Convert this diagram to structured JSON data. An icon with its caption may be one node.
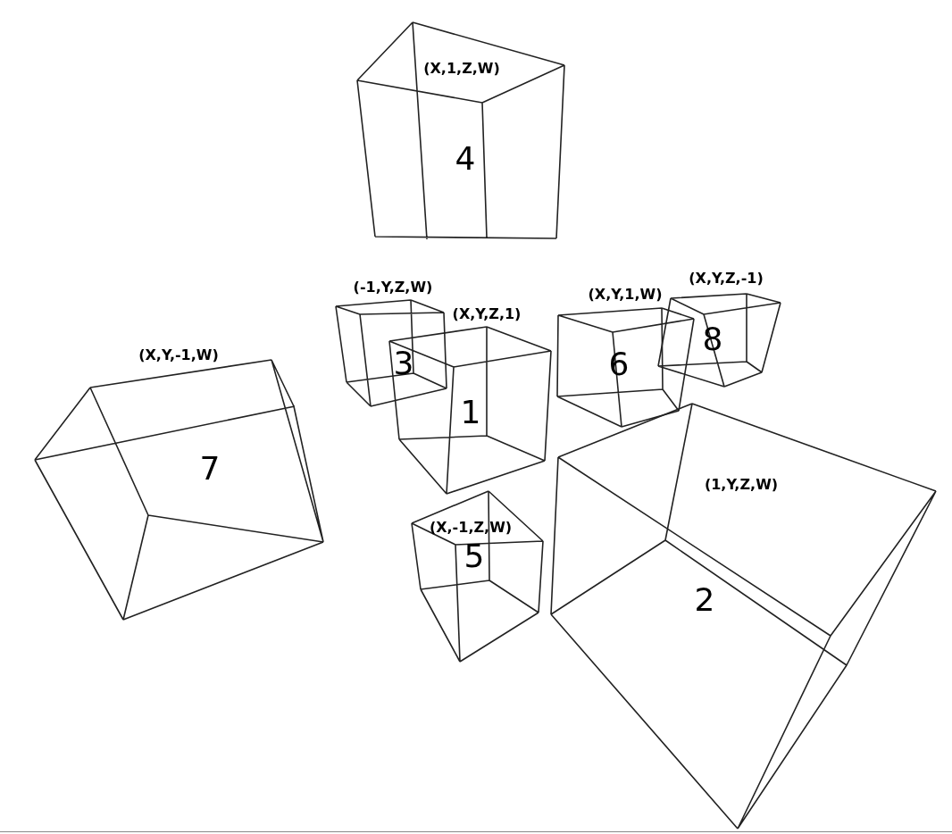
{
  "diagram": {
    "nodes": [
      {
        "text": [
          "(X,1,Z,W)",
          "4"
        ]
      },
      {
        "text": [
          "(-1,Y,Z,W)",
          "3"
        ]
      },
      {
        "text": [
          "(X,Y,Z,1)",
          "1"
        ]
      },
      {
        "text": [
          "(X,Y,1,W)",
          "6"
        ]
      },
      {
        "text": [
          "(X,Y,Z,-1)",
          "8"
        ]
      },
      {
        "text": [
          "(X,Y,-1,W)",
          "7"
        ]
      },
      {
        "text": [
          "(X,-1,Z,W)",
          "5"
        ]
      },
      {
        "text": [
          "(1,Y,Z,W)",
          "2"
        ]
      }
    ]
  }
}
